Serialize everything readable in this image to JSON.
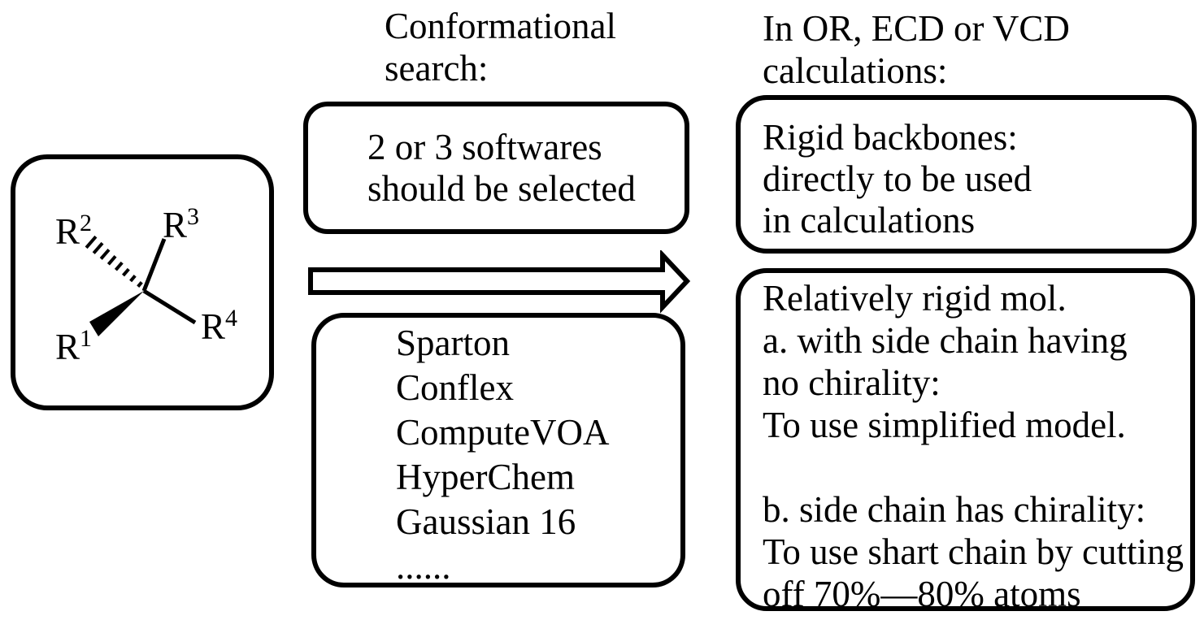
{
  "figure": {
    "background_color": "#ffffff",
    "line_color": "#000000"
  },
  "molecule": {
    "r2": {
      "base": "R",
      "sup": "2"
    },
    "r3": {
      "base": "R",
      "sup": "3"
    },
    "r1": {
      "base": "R",
      "sup": "1"
    },
    "r4": {
      "base": "R",
      "sup": "4"
    }
  },
  "conformational": {
    "heading": "Conformational\nsearch:",
    "selection_note": "2 or 3 softwares\nshould be selected",
    "softwares": [
      "Sparton",
      "Conflex",
      "ComputeVOA",
      "HyperChem",
      "Gaussian 16",
      "......"
    ]
  },
  "calculations": {
    "heading": "In OR, ECD or VCD\ncalculations:",
    "rigid_note": "Rigid backbones:\ndirectly to be used\nin calculations",
    "relatively_rigid_note": "Relatively rigid mol.\na. with side chain having\nno chirality:\nTo use simplified model.\n\nb. side chain has chirality:\nTo use shart chain by cutting\noff 70%—80% atoms"
  }
}
